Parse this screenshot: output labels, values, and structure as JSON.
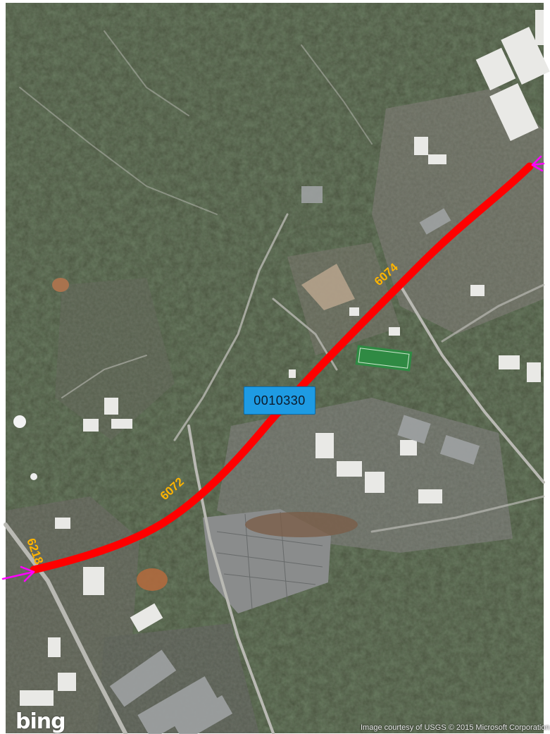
{
  "map": {
    "segment_label": "0010330",
    "milepost_labels": [
      "6218",
      "6072",
      "6074"
    ],
    "route_color": "#ff0000",
    "marker_color": "#ff00ff",
    "label_color": "#ffb400"
  },
  "branding": {
    "logo_text": "bing",
    "attribution": "Image courtesy of USGS © 2015 Microsoft Corporation"
  }
}
